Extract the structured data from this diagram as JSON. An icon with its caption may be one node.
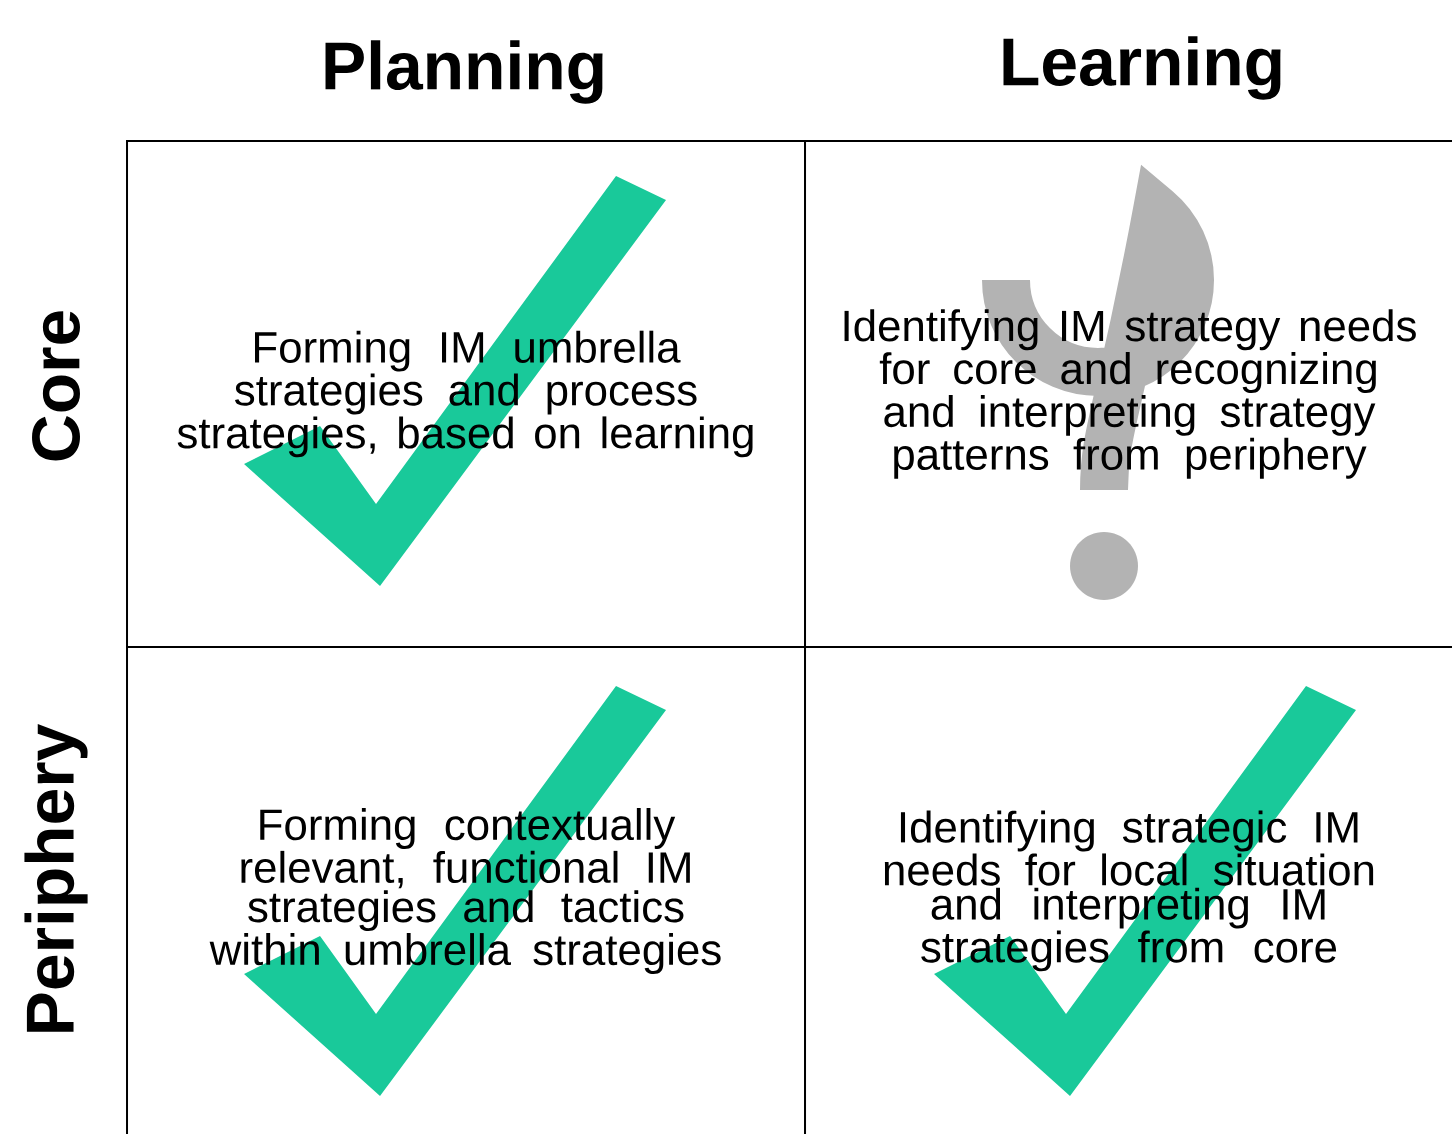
{
  "diagram": {
    "nodes": [
      {
        "text": [
          "Forming IM umbrella strategies and process strategies, based on learning"
        ]
      },
      {
        "text": [
          "Identifying IM strategy needs for core and recognizing and interpreting strategy patterns from periphery"
        ]
      },
      {
        "text": [
          "Forming contextually relevant, functional IM strategies and tactics within umbrella strategies"
        ]
      },
      {
        "text": [
          "Identifying strategic IM needs for local situation and interpreting IM strategies from core"
        ]
      }
    ],
    "edges": [],
    "labels": [
      "Planning",
      "Learning",
      "Core",
      "Periphery"
    ]
  }
}
